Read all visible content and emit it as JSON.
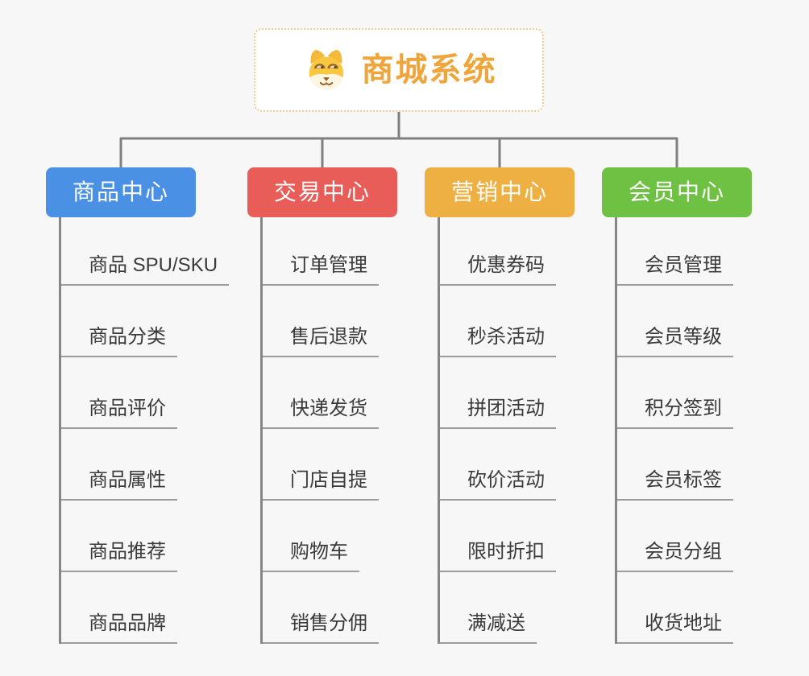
{
  "root": {
    "title": "商城系统",
    "icon": "dog-face-icon",
    "accent_color": "#f0a53c",
    "border_color": "#f6c98a"
  },
  "branches": [
    {
      "label": "商品中心",
      "color": "#4a90e4",
      "children": [
        "商品 SPU/SKU",
        "商品分类",
        "商品评价",
        "商品属性",
        "商品推荐",
        "商品品牌"
      ]
    },
    {
      "label": "交易中心",
      "color": "#e85d58",
      "children": [
        "订单管理",
        "售后退款",
        "快递发货",
        "门店自提",
        "购物车",
        "销售分佣"
      ]
    },
    {
      "label": "营销中心",
      "color": "#eeb042",
      "children": [
        "优惠券码",
        "秒杀活动",
        "拼团活动",
        "砍价活动",
        "限时折扣",
        "满减送"
      ]
    },
    {
      "label": "会员中心",
      "color": "#6ec143",
      "children": [
        "会员管理",
        "会员等级",
        "积分签到",
        "会员标签",
        "会员分组",
        "收货地址"
      ]
    }
  ],
  "connector_color": "#7f7f7f",
  "trunk_color": "#868686",
  "underline_color": "#9c9c9c",
  "background_color": "#f7f7f7"
}
